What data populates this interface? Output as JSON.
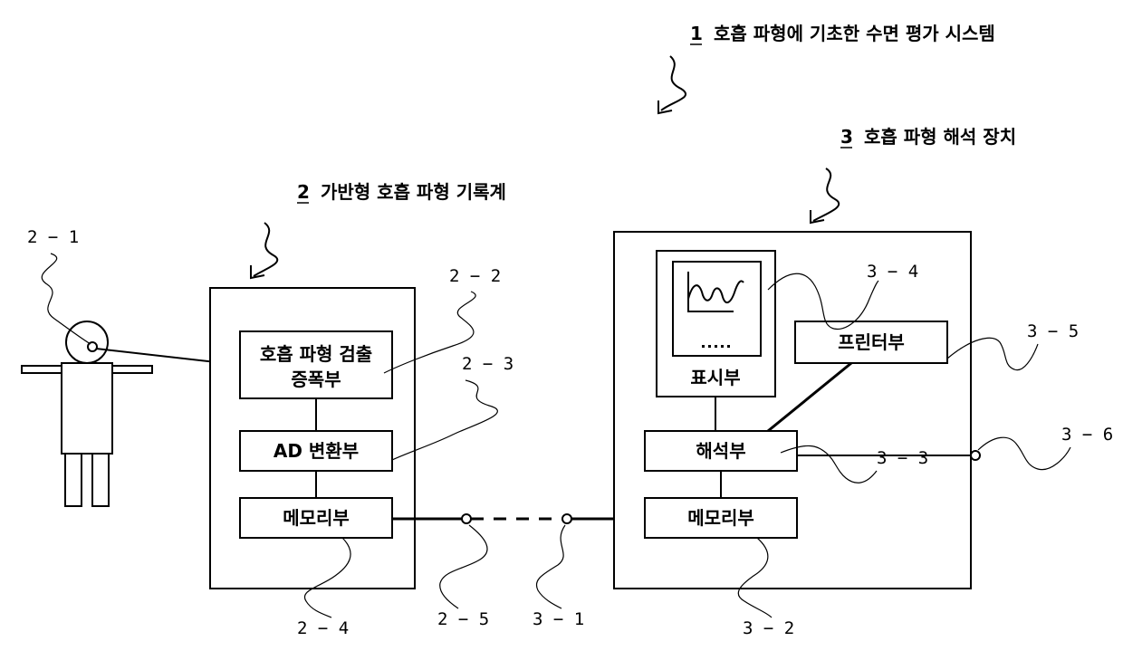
{
  "titles": {
    "system": {
      "num": "1",
      "text": "호흡 파형에 기초한 수면 평가 시스템"
    },
    "recorder": {
      "num": "2",
      "text": "가반형 호흡 파형 기록계"
    },
    "analyzer": {
      "num": "3",
      "text": "호흡 파형 해석 장치"
    }
  },
  "recorder_blocks": {
    "detect_line1": "호흡 파형 검출",
    "detect_line2": "증폭부",
    "ad": "AD 변환부",
    "memory": "메모리부"
  },
  "analyzer_blocks": {
    "display": "표시부",
    "printer": "프린터부",
    "analysis": "해석부",
    "memory": "메모리부"
  },
  "refs": {
    "r2_1": "2 − 1",
    "r2_2": "2 − 2",
    "r2_3": "2 − 3",
    "r2_4": "2 − 4",
    "r2_5": "2 − 5",
    "r3_1": "3 − 1",
    "r3_2": "3 − 2",
    "r3_3": "3 − 3",
    "r3_4": "3 − 4",
    "r3_5": "3 − 5",
    "r3_6": "3 − 6"
  }
}
